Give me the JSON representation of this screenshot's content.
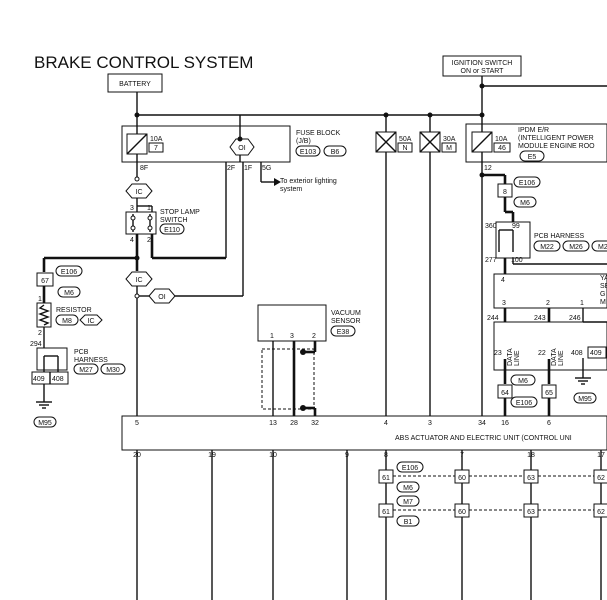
{
  "title": "BRAKE CONTROL SYSTEM",
  "battery": "BATTERY",
  "ignition": {
    "line1": "IGNITION SWITCH",
    "line2": "ON or START"
  },
  "fuse_block": {
    "label1": "FUSE BLOCK",
    "label2": "(J/B)",
    "conn1": "E103",
    "conn2": "B6",
    "fuse_rating": "10A",
    "fuse_number": "7",
    "pin_8f": "8F",
    "pin_2f": "2F",
    "pin_1f": "1F",
    "pin_5g": "5G",
    "oi": "OI"
  },
  "exterior_note": {
    "line1": "To exterior lighting",
    "line2": "system"
  },
  "fuse_n": {
    "rating": "50A",
    "number": "N"
  },
  "fuse_m": {
    "rating": "30A",
    "number": "M"
  },
  "ipdm": {
    "line1": "IPDM E/R",
    "line2": "(INTELLIGENT POWER",
    "line3": "MODULE ENGINE ROO",
    "fuse_rating": "10A",
    "fuse_number": "46",
    "conn": "E5",
    "pin": "12"
  },
  "stop_lamp": {
    "line1": "STOP LAMP",
    "line2": "SWITCH",
    "conn": "E110",
    "pin3": "3",
    "pin1": "1",
    "pin4": "4",
    "pin2": "2",
    "ic": "IC"
  },
  "junction": {
    "ic": "IC",
    "oi": "OI"
  },
  "left_branch": {
    "pin67": "67",
    "conn_e106": "E106",
    "conn_m6": "M6",
    "pin1": "1",
    "pin2": "2",
    "resistor": "RESISTOR",
    "conn_m8": "M8",
    "ic": "IC",
    "pin294": "294",
    "pcb1": "PCB",
    "pcb2": "HARNESS",
    "conn_m27": "M27",
    "conn_m30": "M30",
    "pin409": "409",
    "pin408": "408",
    "ground": "M95"
  },
  "vacuum": {
    "line1": "VACUUM",
    "line2": "SENSOR",
    "conn": "E38",
    "pin1": "1",
    "pin3": "3",
    "pin2": "2"
  },
  "right_branch": {
    "conn_e106": "E106",
    "pin8": "8",
    "conn_m6": "M6",
    "pin360": "360",
    "pin99": "99",
    "pcb": "PCB HARNESS",
    "conn_m22": "M22",
    "conn_m26": "M26",
    "conn_m_partial": "M2",
    "pin277": "277",
    "pin100": "100",
    "pin4": "4",
    "pin3": "3",
    "pin2": "2",
    "pin1": "1",
    "ya_1": "YA",
    "ya_2": "SE",
    "ya_3": "G",
    "ya_4": "M",
    "pin244": "244",
    "pin243": "243",
    "pin246": "246",
    "pin23": "23",
    "data_line_1": "DATA",
    "data_line_2": "LINE",
    "pin22": "22",
    "data_line_3": "DATA",
    "data_line_4": "LINE",
    "pin408": "408",
    "pin409": "409",
    "conn_m6b": "M6",
    "pin64": "64",
    "pin65": "65",
    "conn_e106b": "E106",
    "ground": "M95"
  },
  "abs": {
    "label": "ABS ACTUATOR AND ELECTRIC UNIT (CONTROL UNI",
    "top_pins": [
      "5",
      "13",
      "28",
      "32",
      "4",
      "3",
      "34",
      "16",
      "6"
    ],
    "bottom_pins": [
      "20",
      "19",
      "10",
      "9",
      "8",
      "7",
      "18",
      "17"
    ]
  },
  "bottom_conn": {
    "e106": "E106",
    "m6": "M6",
    "m7": "M7",
    "b1": "B1",
    "p61a": "61",
    "p60a": "60",
    "p63a": "63",
    "p62a": "62",
    "p61b": "61",
    "p60b": "60",
    "p63b": "63",
    "p62b": "62"
  }
}
